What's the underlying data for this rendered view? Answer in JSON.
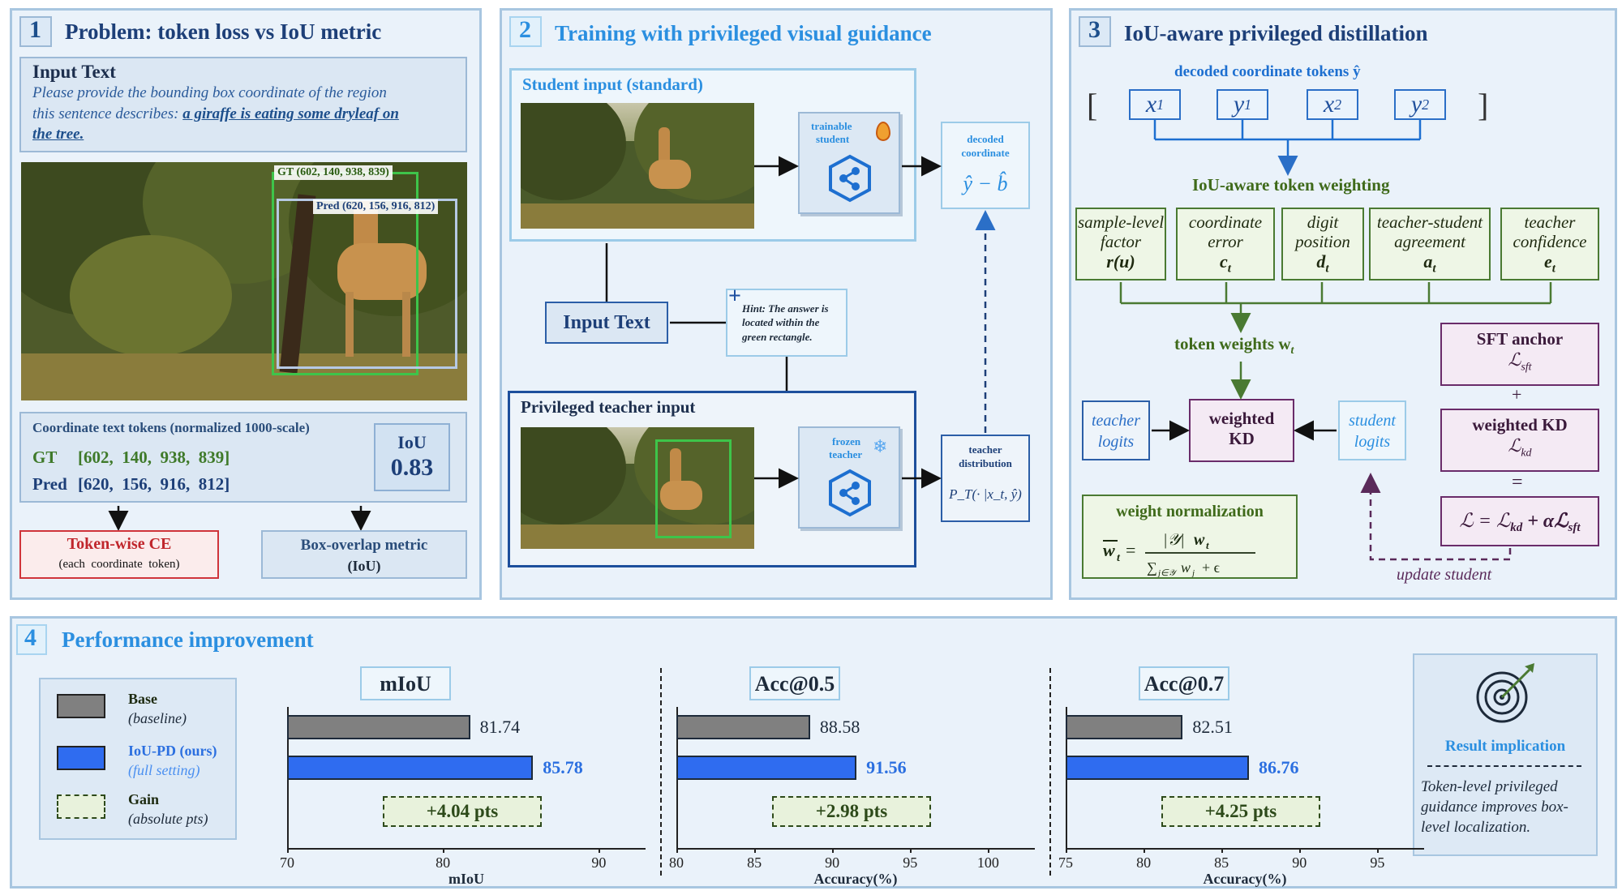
{
  "p1": {
    "num": "1",
    "title": "Problem: token loss vs IoU metric",
    "input_heading": "Input Text",
    "input_line1": "Please provide the bounding box coordinate of the region",
    "input_line2_prefix": "this sentence describes: ",
    "input_line2_link": "a giraffe is eating some dryleaf on",
    "input_line3_link": "the tree.",
    "gt_box_label": "GT (602, 140, 938, 839)",
    "pred_box_label": "Pred (620, 156, 916, 812)",
    "coord_title": "Coordinate text tokens (normalized 1000-scale)",
    "gt_row_label": "GT",
    "gt_row_values": "[602,  140,  938,  839]",
    "pred_row_label": "Pred",
    "pred_row_values": "[620,  156,  916,  812]",
    "iou_label": "IoU",
    "iou_value": "0.83",
    "ce_title": "Token-wise CE",
    "ce_sub": "(each  coordinate  token)",
    "overlap_title": "Box-overlap metric",
    "overlap_sub": "(IoU)"
  },
  "p2": {
    "num": "2",
    "title": "Training with privileged visual guidance",
    "student_title": "Student input (standard)",
    "trainable_l1": "trainable",
    "trainable_l2": "student",
    "decoded_l1": "decoded",
    "decoded_l2": "coordinate",
    "decoded_math": "ŷ − b̂",
    "input_text": "Input Text",
    "hint_plus": "+",
    "hint_l1": "Hint: The answer is",
    "hint_l2": "located within the",
    "hint_l3": "green rectangle.",
    "teacher_title": "Privileged teacher input",
    "frozen_l1": "frozen",
    "frozen_l2": "teacher",
    "tdist_l1": "teacher",
    "tdist_l2": "distribution",
    "tdist_math": "P_T(· |x_t, ŷ)"
  },
  "p3": {
    "num": "3",
    "title": "IoU-aware privileged distillation",
    "decoded_tokens": "decoded coordinate tokens ŷ",
    "tokens": [
      "x",
      "y",
      "x",
      "y"
    ],
    "token_subs": [
      "1",
      "1",
      "2",
      "2"
    ],
    "weighting": "IoU-aware token weighting",
    "factors": [
      {
        "l1": "sample-level",
        "l2": "factor",
        "sym": "r(u)"
      },
      {
        "l1": "coordinate",
        "l2": "error",
        "sym": "c",
        "sub": "t"
      },
      {
        "l1": "digit",
        "l2": "position",
        "sym": "d",
        "sub": "t"
      },
      {
        "l1": "teacher-student",
        "l2": "agreement",
        "sym": "a",
        "sub": "t"
      },
      {
        "l1": "teacher",
        "l2": "confidence",
        "sym": "e",
        "sub": "t"
      }
    ],
    "token_weights": "token weights w",
    "token_weights_sub": "t",
    "teacher_logits_l1": "teacher",
    "teacher_logits_l2": "logits",
    "wkd_l1": "weighted",
    "wkd_l2": "KD",
    "student_logits_l1": "student",
    "student_logits_l2": "logits",
    "norm_title": "weight normalization",
    "sft_title": "SFT anchor",
    "sft_sym": "ℒ",
    "sft_sub": "sft",
    "plus": "+",
    "wkd2_title": "weighted KD",
    "kd_sym": "ℒ",
    "kd_sub": "kd",
    "equals": "=",
    "loss_eq": "ℒ = ℒ",
    "update": "update student"
  },
  "p4": {
    "num": "4",
    "title": "Performance improvement",
    "legend": [
      {
        "name": "Base",
        "desc": "(baseline)",
        "color": "#808080"
      },
      {
        "name": "IoU-PD (ours)",
        "desc": "(full setting)",
        "color": "#2f6cf0"
      },
      {
        "name": "Gain",
        "desc": "(absolute pts)",
        "color": "#e8f2dc"
      }
    ],
    "result_title": "Result implication",
    "result_l1": "Token-level privileged",
    "result_l2": "guidance improves box-",
    "result_l3": "level localization."
  },
  "chart_data": [
    {
      "type": "bar",
      "title": "mIoU",
      "xlabel": "mIoU",
      "series": [
        {
          "name": "Base",
          "values": [
            81.74
          ]
        },
        {
          "name": "IoU-PD (ours)",
          "values": [
            85.78
          ]
        }
      ],
      "labels": [
        "81.74",
        "85.78"
      ],
      "gain": "+4.04 pts",
      "xlim": [
        70,
        93
      ],
      "ticks": [
        70,
        80,
        90
      ]
    },
    {
      "type": "bar",
      "title": "Acc@0.5",
      "xlabel": "Accuracy(%)",
      "series": [
        {
          "name": "Base",
          "values": [
            88.58
          ]
        },
        {
          "name": "IoU-PD (ours)",
          "values": [
            91.56
          ]
        }
      ],
      "labels": [
        "88.58",
        "91.56"
      ],
      "gain": "+2.98 pts",
      "xlim": [
        80,
        103
      ],
      "ticks": [
        80,
        85,
        90,
        95,
        100
      ]
    },
    {
      "type": "bar",
      "title": "Acc@0.7",
      "xlabel": "Accuracy(%)",
      "series": [
        {
          "name": "Base",
          "values": [
            82.51
          ]
        },
        {
          "name": "IoU-PD (ours)",
          "values": [
            86.76
          ]
        }
      ],
      "labels": [
        "82.51",
        "86.76"
      ],
      "gain": "+4.25 pts",
      "xlim": [
        75,
        98
      ],
      "ticks": [
        75,
        80,
        85,
        90,
        95
      ]
    }
  ]
}
